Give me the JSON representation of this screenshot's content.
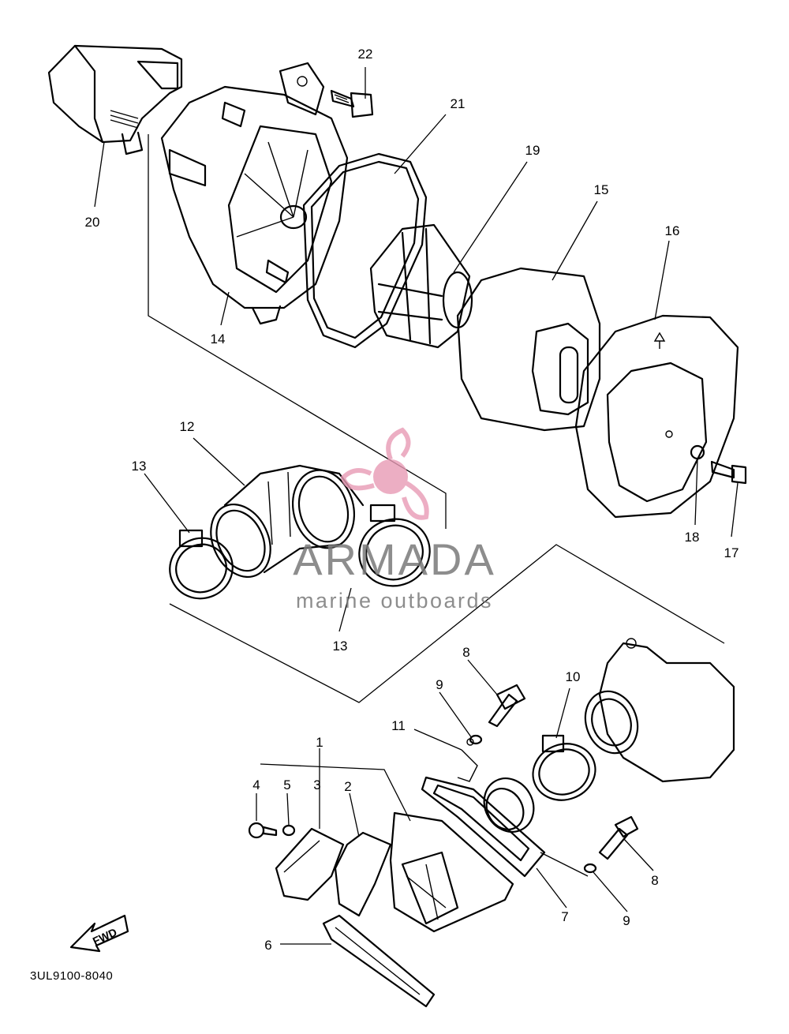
{
  "drawing_code": "3UL9100-8040",
  "watermark": {
    "title": "ARMADA",
    "subtitle": "marine outboards",
    "logo_color": "#e89ab5"
  },
  "direction_label": "FWD",
  "callouts": {
    "c1": "1",
    "c2": "2",
    "c3": "3",
    "c4": "4",
    "c5": "5",
    "c6": "6",
    "c7": "7",
    "c8a": "8",
    "c8b": "8",
    "c9a": "9",
    "c9b": "9",
    "c10": "10",
    "c11": "11",
    "c12": "12",
    "c13a": "13",
    "c13b": "13",
    "c14": "14",
    "c15": "15",
    "c16": "16",
    "c17": "17",
    "c18": "18",
    "c19": "19",
    "c20": "20",
    "c21": "21",
    "c22": "22"
  }
}
